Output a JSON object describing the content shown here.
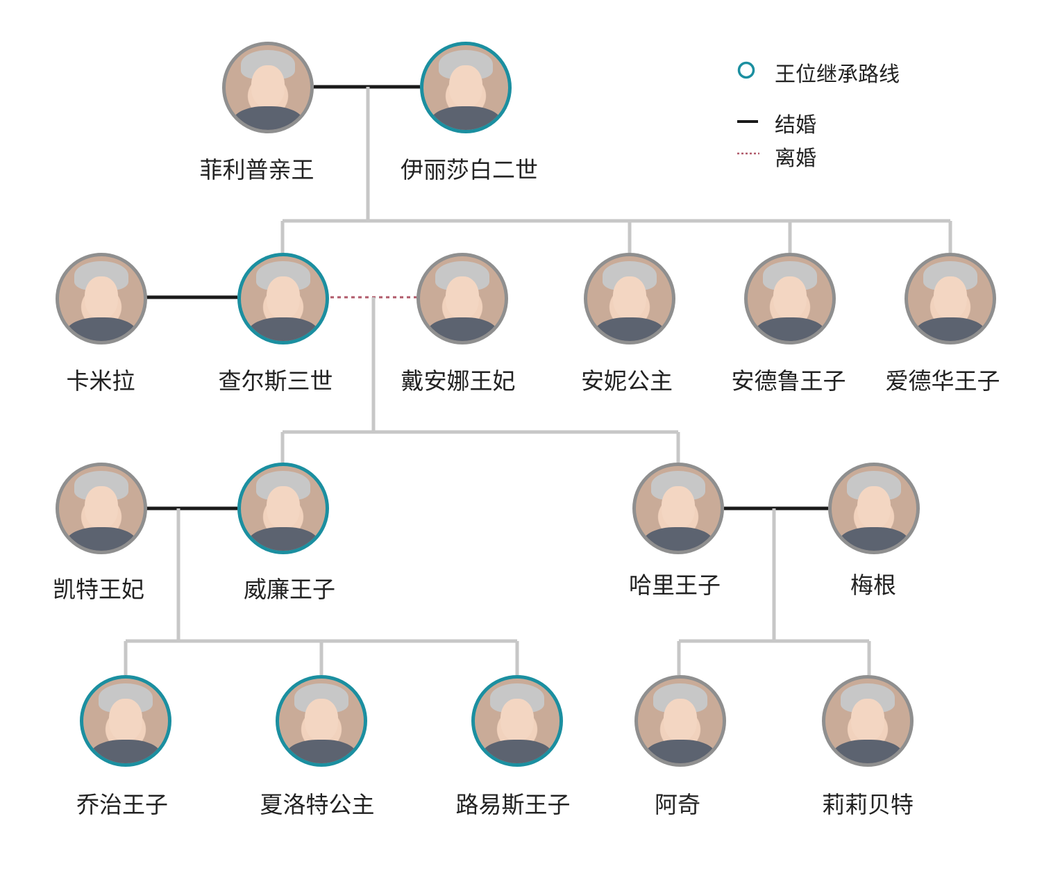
{
  "legend": {
    "succession": "王位继承路线",
    "marriage": "结婚",
    "divorce": "离婚"
  },
  "colors": {
    "succession_ring": "#1b8fa0",
    "default_ring": "#8f8f8f",
    "marriage_line": "#1a1a1a",
    "divorce_line": "#b05a6a",
    "descent_line": "#c7c7c7"
  },
  "people": {
    "philip": "菲利普亲王",
    "elizabeth": "伊丽莎白二世",
    "camilla": "卡米拉",
    "charles": "查尔斯三世",
    "diana": "戴安娜王妃",
    "anne": "安妮公主",
    "andrew": "安德鲁王子",
    "edward": "爱德华王子",
    "kate": "凯特王妃",
    "william": "威廉王子",
    "harry": "哈里王子",
    "meghan": "梅根",
    "george": "乔治王子",
    "charlotte": "夏洛特公主",
    "louis": "路易斯王子",
    "archie": "阿奇",
    "lilibet": "莉莉贝特"
  },
  "succession_line": [
    "elizabeth",
    "charles",
    "william",
    "george",
    "charlotte",
    "louis"
  ]
}
